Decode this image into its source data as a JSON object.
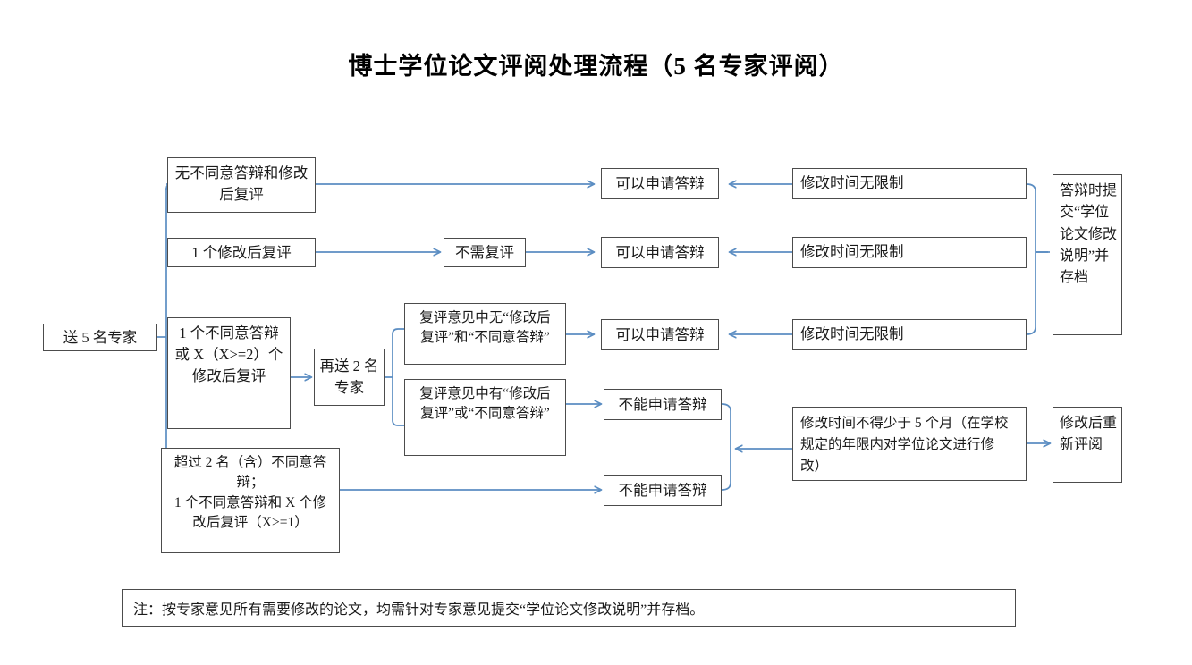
{
  "title": "博士学位论文评阅处理流程（5 名专家评阅）",
  "nodes": {
    "start": "送 5 名专家",
    "branch_none": "无不同意答辩和修改\n后复评",
    "branch_one_revise": "1 个修改后复评",
    "branch_one_disagree": "1 个不同意答辩\n或 X（X>=2）个\n修改后复评",
    "branch_over_two": "超过 2 名（含）不同意答\n辩；\n1 个不同意答辩和 X 个修\n改后复评（X>=1）",
    "no_recheck": "不需复评",
    "send_two_more": "再送 2 名\n专家",
    "recheck_clean": "复评意见中无“修改后\n复评”和“不同意答辩”",
    "recheck_dirty": "复评意见中有“修改后\n复评”或“不同意答辩”",
    "can_apply_1": "可以申请答辩",
    "can_apply_2": "可以申请答辩",
    "can_apply_3": "可以申请答辩",
    "cannot_apply_1": "不能申请答辩",
    "cannot_apply_2": "不能申请答辩",
    "unlimited_time_1": "修改时间无限制",
    "unlimited_time_2": "修改时间无限制",
    "unlimited_time_3": "修改时间无限制",
    "min_five_months": "修改时间不得少于 5 个月（在学校\n规定的年限内对学位论文进行修\n改）",
    "submit_statement": "答辩时提\n交“学位\n论文修改\n说明”并\n存档",
    "re_review": "修改后重\n新评阅"
  },
  "note": "注：按专家意见所有需要修改的论文，均需针对专家意见提交“学位论文修改说明”并存档。",
  "colors": {
    "box_border": "#4c4c4c",
    "wire": "#5b8dc2",
    "text": "#1a1a1a",
    "background": "#ffffff"
  }
}
